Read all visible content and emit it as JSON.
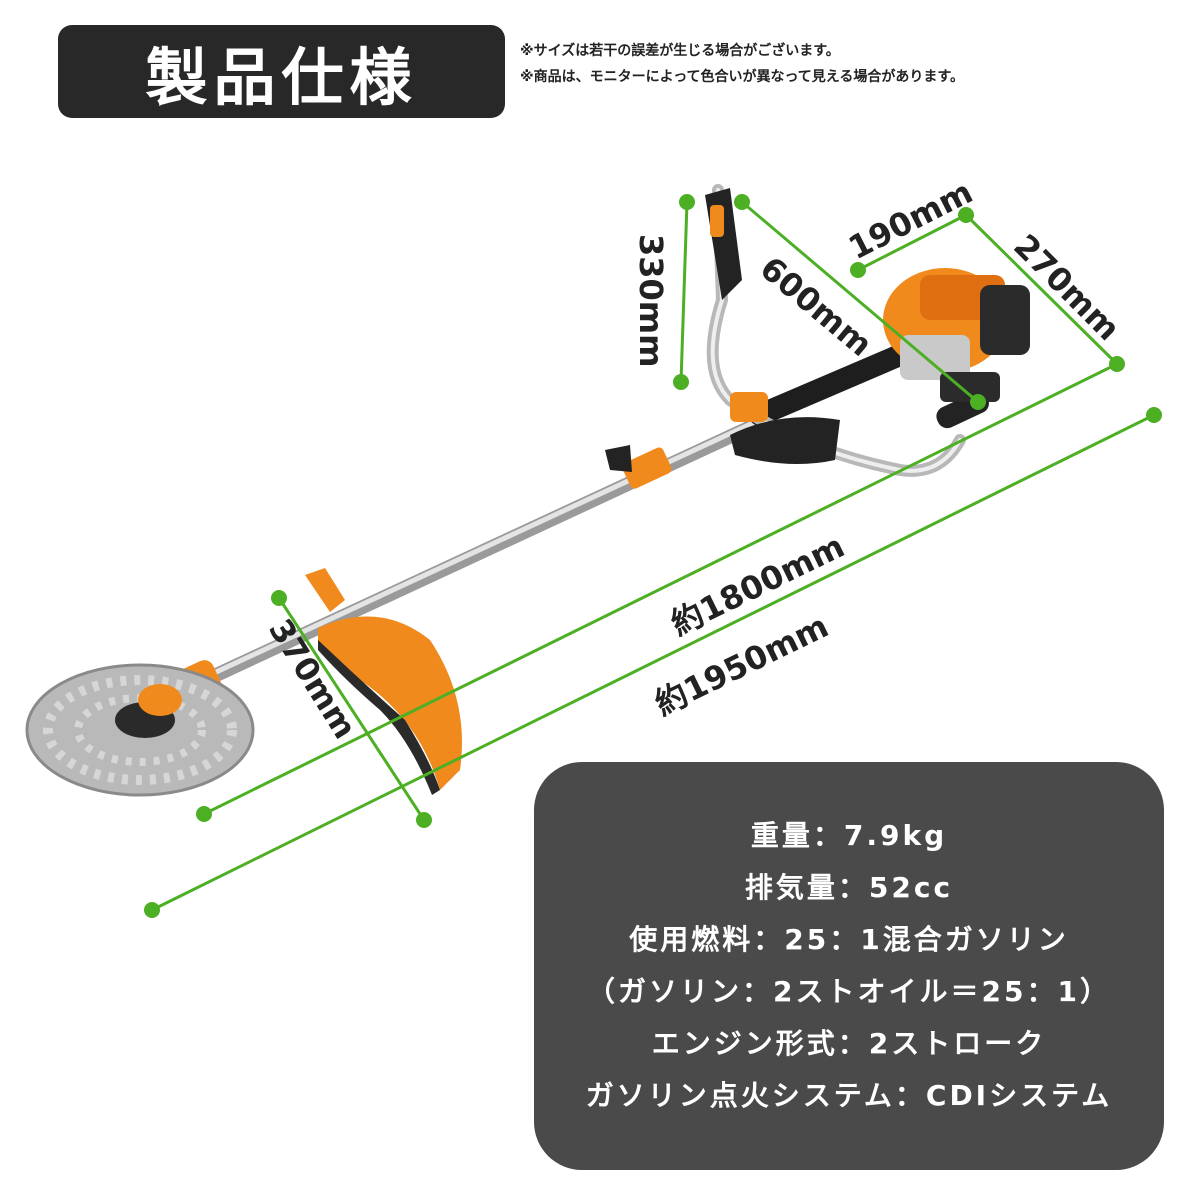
{
  "title": "製品仕様",
  "notes": [
    "※サイズは若干の誤差が生じる場合がございます。",
    "※商品は、モニターによって色合いが異なって見える場合があります。"
  ],
  "dimensions": {
    "handle_height": "330mm",
    "handle_to_engine": "600mm",
    "engine_width": "190mm",
    "engine_depth": "270mm",
    "shaft_length": "約1800mm",
    "total_length": "約1950mm",
    "guard_width": "370mm"
  },
  "specs": [
    "重量：7.9kg",
    "排気量：52cc",
    "使用燃料：25：1混合ガソリン",
    "（ガソリン：2ストオイル＝25：1）",
    "エンジン形式：2ストローク",
    "ガソリン点火システム：CDIシステム"
  ],
  "colors": {
    "dimension_line": "#4caf24",
    "accent_orange": "#f08a1c",
    "title_bg": "#282828",
    "spec_bg": "#4a4a4a"
  }
}
